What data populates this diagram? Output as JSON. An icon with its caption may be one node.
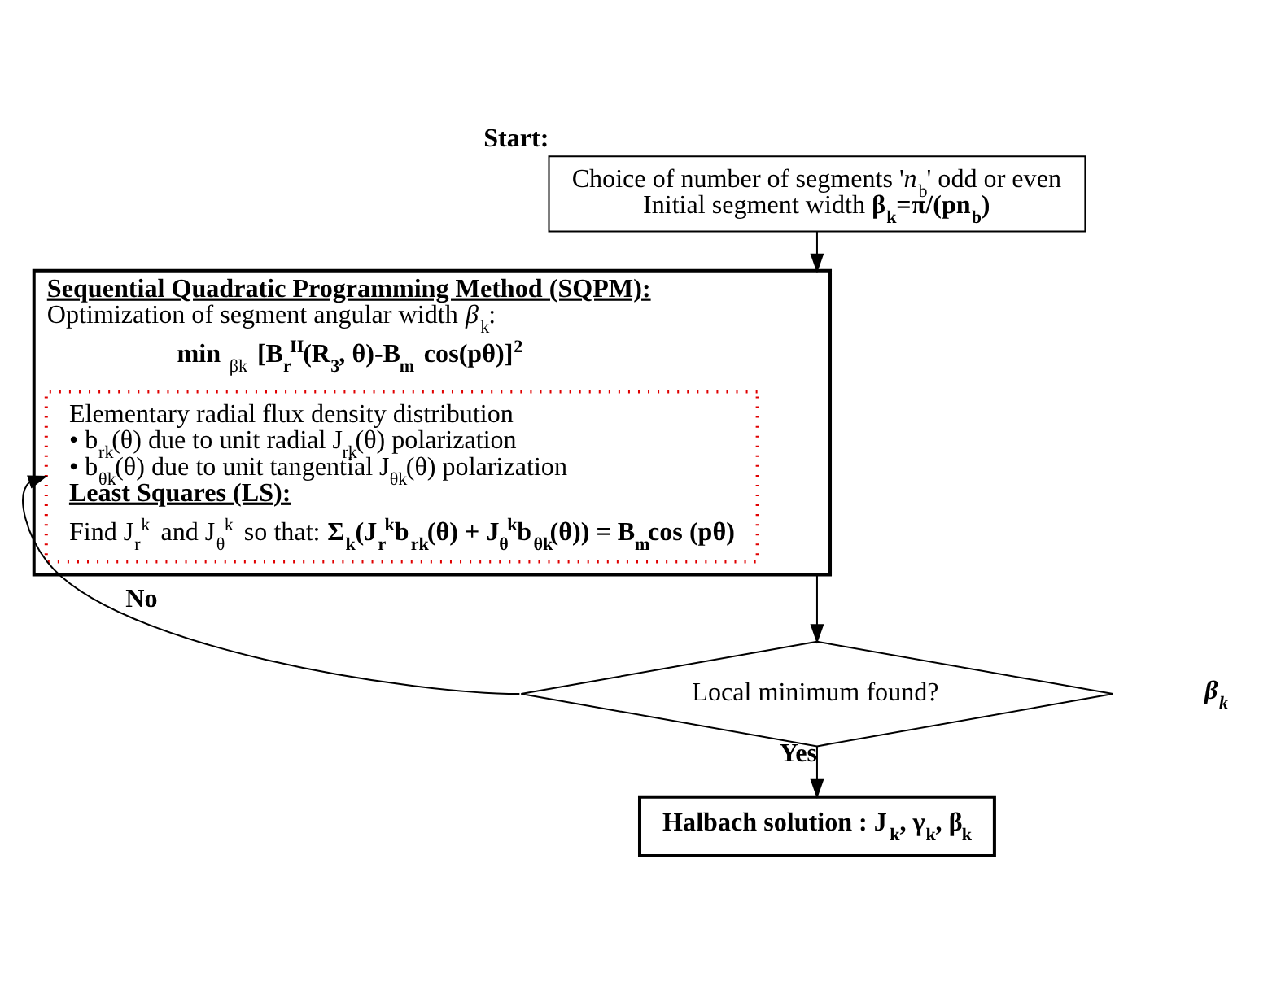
{
  "diagram": {
    "nodes": [
      {
        "text": [
          "Choice of number of segments '*n*$_{b}$' odd or even",
          "Initial segment width **β$_{k}$=π/(pn$_{b}$)**"
        ],
        "beside": [
          "Start:"
        ]
      },
      {
        "text": [
          "Sequential Quadratic Programming Method (SQPM):",
          "Optimization of segment angular width *β*$_{k}$:",
          "**min** $_{βk}$ **[B$_{r}$$^{II}$(R$_{3}$, θ)-B$_{m}$ cos(pθ)]$^{2}$**"
        ]
      },
      {
        "text": [
          "Elementary radial flux density distribution",
          "• b$_{rk}$(θ) due to unit radial J$_{rk}$(θ) polarization",
          "• b$_{θk}$(θ) due to unit tangential J$_{θk}$(θ) polarization",
          "Least Squares (LS):",
          "Find J$_{r}$$^{k}$ and J$_{θ}$$^{k}$ so that: **Σ$_{k}$(J$_{r}$$^{k}$b$_{rk}$(θ) + J$_{θ}$$^{k}$b$_{θk}$(θ)) = B$_{m}$cos (pθ)**"
        ],
        "in": 1
      },
      {
        "text": [
          "Local minimum found?"
        ]
      },
      {
        "text": [
          "Halbach solution : J$_{k}$, γ$_{k}$, β$_{k}$"
        ]
      }
    ],
    "edges": [
      {
        "from": 0,
        "to": 1,
        "arrow": "to"
      },
      {
        "from": 1,
        "to": 3,
        "arrow": "to"
      },
      {
        "from": 3,
        "to": 4,
        "arrow": "to",
        "label": "Yes"
      },
      {
        "from": 3,
        "to": 2,
        "arrow": "to",
        "label": "No"
      }
    ],
    "labels": [
      "β$_{k}$"
    ]
  }
}
